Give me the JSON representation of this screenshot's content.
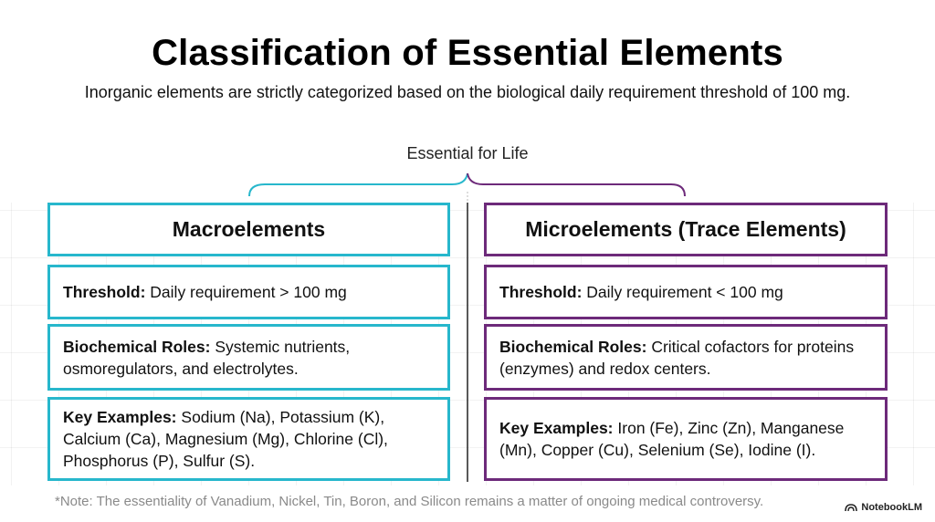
{
  "title": "Classification of Essential Elements",
  "subtitle": "Inorganic elements are strictly categorized based on the biological daily requirement threshold of 100 mg.",
  "header_label": "Essential for Life",
  "colors": {
    "macro": "#27b7cc",
    "micro": "#6d2a7a"
  },
  "left": {
    "heading": "Macroelements",
    "threshold_label": "Threshold:",
    "threshold_text": "Daily requirement > 100 mg",
    "roles_label": "Biochemical Roles:",
    "roles_text": "Systemic nutrients, osmoregulators, and electrolytes.",
    "examples_label": "Key Examples:",
    "examples_text": "Sodium (Na), Potassium (K), Calcium (Ca), Magnesium (Mg), Chlorine (Cl), Phosphorus (P), Sulfur (S)."
  },
  "right": {
    "heading": "Microelements (Trace Elements)",
    "threshold_label": "Threshold:",
    "threshold_text": "Daily requirement < 100 mg",
    "roles_label": "Biochemical Roles:",
    "roles_text": "Critical cofactors for proteins (enzymes) and redox centers.",
    "examples_label": "Key Examples:",
    "examples_text": "Iron (Fe), Zinc (Zn), Manganese (Mn), Copper (Cu), Selenium (Se), Iodine (I)."
  },
  "note": "*Note: The essentiality of Vanadium, Nickel, Tin, Boron, and Silicon remains a matter of ongoing medical controversy.",
  "brand": "NotebookLM"
}
